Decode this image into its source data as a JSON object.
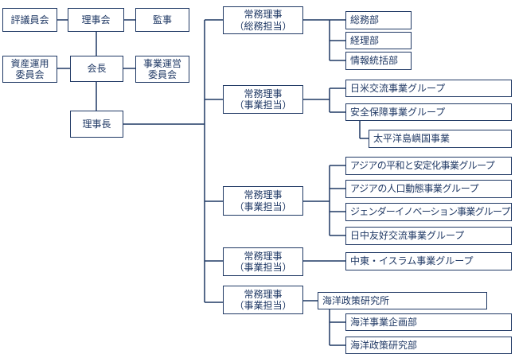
{
  "left": {
    "hyogiinkai": "評議員会",
    "rijikai": "理事会",
    "kanji": "監事",
    "shisan_unyo": "資産運用\n委員会",
    "kaicho": "会長",
    "jigyo_unei": "事業運営\n委員会",
    "rijicho": "理事長"
  },
  "directors": [
    {
      "title": "常務理事",
      "role": "（総務担当）"
    },
    {
      "title": "常務理事",
      "role": "（事業担当）"
    },
    {
      "title": "常務理事",
      "role": "（事業担当）"
    },
    {
      "title": "常務理事",
      "role": "（事業担当）"
    },
    {
      "title": "常務理事",
      "role": "（事業担当）"
    }
  ],
  "units": {
    "somubu": "総務部",
    "keiribu": "経理部",
    "joho": "情報統括部",
    "nichibei": "日米交流事業グループ",
    "anzen": "安全保障事業グループ",
    "taiheiyo": "太平洋島嶼国事業",
    "asia_heiwa": "アジアの平和と安定化事業グループ",
    "asia_jinko": "アジアの人口動態事業グループ",
    "gender": "ジェンダーイノベーション事業グループ",
    "nicchu": "日中友好交流事業グループ",
    "chuto": "中東・イスラム事業グループ",
    "kaiyo_kenkyujo": "海洋政策研究所",
    "kaiyo_kikaku": "海洋事業企画部",
    "kaiyo_kenkyubu": "海洋政策研究部"
  }
}
